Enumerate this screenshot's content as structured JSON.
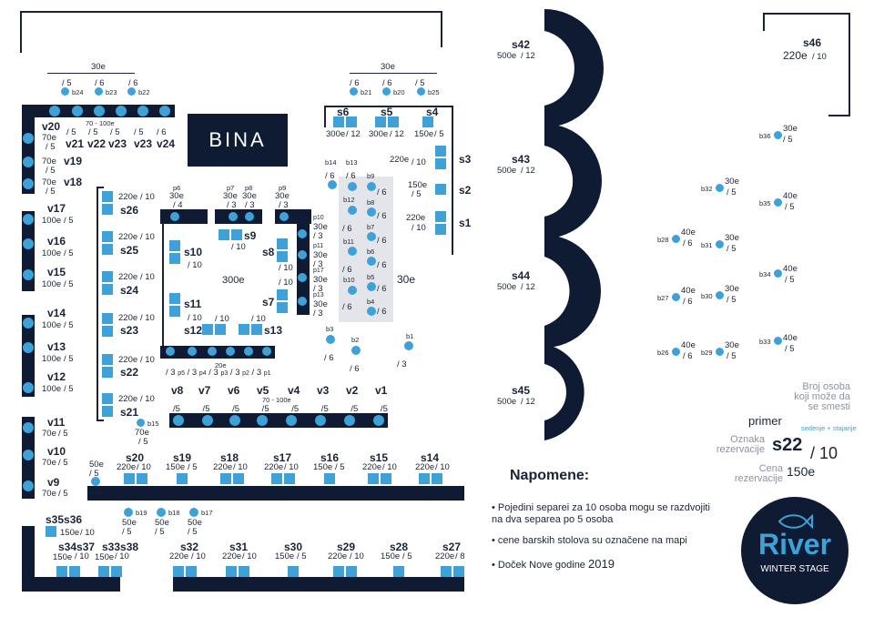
{
  "stage": {
    "label": "BINA"
  },
  "separates": [
    {
      "id": "s42",
      "price": "500e",
      "capacity": "/ 12"
    },
    {
      "id": "s43",
      "price": "500e",
      "capacity": "/ 12"
    },
    {
      "id": "s44",
      "price": "500e",
      "capacity": "/ 12"
    },
    {
      "id": "s45",
      "price": "500e",
      "capacity": "/ 12"
    },
    {
      "id": "s46",
      "price": "220e",
      "capacity": "/ 10"
    },
    {
      "id": "s6",
      "price": "300e",
      "capacity": "/ 12"
    },
    {
      "id": "s5",
      "price": "300e",
      "capacity": "/ 12"
    },
    {
      "id": "s4",
      "price": "150e",
      "capacity": "/ 5"
    },
    {
      "id": "s3",
      "price": "220e",
      "capacity": "/ 10"
    },
    {
      "id": "s2",
      "price": "150e",
      "capacity": "/ 5"
    },
    {
      "id": "s1",
      "price": "220e",
      "capacity": "/ 10"
    },
    {
      "id": "s26",
      "price": "220e",
      "capacity": "/ 10"
    },
    {
      "id": "s25",
      "price": "220e",
      "capacity": "/ 10"
    },
    {
      "id": "s24",
      "price": "220e",
      "capacity": "/ 10"
    },
    {
      "id": "s23",
      "price": "220e",
      "capacity": "/ 10"
    },
    {
      "id": "s22",
      "price": "220e",
      "capacity": "/ 10"
    },
    {
      "id": "s21",
      "price": "220e",
      "capacity": "/ 10"
    },
    {
      "id": "s10",
      "price": "",
      "capacity": "/ 10"
    },
    {
      "id": "s11",
      "price": "",
      "capacity": "/ 10"
    },
    {
      "id": "s12",
      "price": "",
      "capacity": "/ 10"
    },
    {
      "id": "s13",
      "price": "",
      "capacity": "/ 10"
    },
    {
      "id": "s9",
      "price": "",
      "capacity": "/ 10"
    },
    {
      "id": "s8",
      "price": "",
      "capacity": "/ 10"
    },
    {
      "id": "s7",
      "price": "",
      "capacity": "/ 10"
    },
    {
      "id": "s20",
      "price": "220e",
      "capacity": "/ 10"
    },
    {
      "id": "s19",
      "price": "150e",
      "capacity": "/ 5"
    },
    {
      "id": "s18",
      "price": "220e",
      "capacity": "/ 10"
    },
    {
      "id": "s17",
      "price": "220e",
      "capacity": "/ 10"
    },
    {
      "id": "s16",
      "price": "150e",
      "capacity": "/ 5"
    },
    {
      "id": "s15",
      "price": "220e",
      "capacity": "/ 10"
    },
    {
      "id": "s14",
      "price": "220e",
      "capacity": "/ 10"
    },
    {
      "id": "s35s36",
      "price": "150e",
      "capacity": "/ 10"
    },
    {
      "id": "s34s37",
      "price": "150e",
      "capacity": "/ 10"
    },
    {
      "id": "s33s38",
      "price": "150e",
      "capacity": "/ 10"
    },
    {
      "id": "s32",
      "price": "220e",
      "capacity": "/ 10"
    },
    {
      "id": "s31",
      "price": "220e",
      "capacity": "/ 10"
    },
    {
      "id": "s30",
      "price": "150e",
      "capacity": "/ 5"
    },
    {
      "id": "s29",
      "price": "220e",
      "capacity": "/ 10"
    },
    {
      "id": "s28",
      "price": "150e",
      "capacity": "/ 5"
    },
    {
      "id": "s27",
      "price": "220e",
      "capacity": "/ 8"
    }
  ],
  "center_box": {
    "price": "300e"
  },
  "bar_area": {
    "price": "30e"
  },
  "top_left_group": {
    "price": "30e",
    "bars": [
      {
        "id": "b24",
        "cap": "/ 5"
      },
      {
        "id": "b23",
        "cap": "/ 6"
      },
      {
        "id": "b22",
        "cap": "/ 6"
      }
    ]
  },
  "top_right_group": {
    "price": "30e",
    "bars": [
      {
        "id": "b21",
        "cap": "/ 6"
      },
      {
        "id": "b20",
        "cap": "/ 6"
      },
      {
        "id": "b25",
        "cap": "/ 5"
      }
    ]
  },
  "vip_top": {
    "range": "70 - 100e",
    "tables": [
      "v20",
      "v21",
      "v22",
      "v23",
      "v23",
      "v24"
    ],
    "caps": [
      "/ 5",
      "/ 5",
      "/ 5",
      "/ 5",
      "/ 6"
    ]
  },
  "vip_left": [
    {
      "id": "v19",
      "price": "70e",
      "cap": "/ 5"
    },
    {
      "id": "v18",
      "price": "70e",
      "cap": "/ 5"
    },
    {
      "id": "v17",
      "price": "100e",
      "cap": "/ 5"
    },
    {
      "id": "v16",
      "price": "100e",
      "cap": "/ 5"
    },
    {
      "id": "v15",
      "price": "100e",
      "cap": "/ 5"
    },
    {
      "id": "v14",
      "price": "100e",
      "cap": "/ 5"
    },
    {
      "id": "v13",
      "price": "100e",
      "cap": "/ 5"
    },
    {
      "id": "v12",
      "price": "100e",
      "cap": "/ 5"
    },
    {
      "id": "v11",
      "price": "70e",
      "cap": "/ 5"
    },
    {
      "id": "v10",
      "price": "70e",
      "cap": "/ 5"
    },
    {
      "id": "v9",
      "price": "70e",
      "cap": "/ 5"
    }
  ],
  "vip_top20": {
    "price": "70e",
    "cap": "/ 5"
  },
  "vip_bottom": {
    "range": "70 - 100e",
    "tables": [
      "v8",
      "v7",
      "v6",
      "v5",
      "v4",
      "v3",
      "v2",
      "v1"
    ]
  },
  "right_bars": [
    {
      "id": "b36",
      "price": "30e",
      "cap": "/ 5"
    },
    {
      "id": "b32",
      "price": "30e",
      "cap": "/ 5"
    },
    {
      "id": "b35",
      "price": "40e",
      "cap": "/ 5"
    },
    {
      "id": "b28",
      "price": "40e",
      "cap": "/ 6"
    },
    {
      "id": "b31",
      "price": "30e",
      "cap": "/ 5"
    },
    {
      "id": "b34",
      "price": "40e",
      "cap": "/ 5"
    },
    {
      "id": "b27",
      "price": "40e",
      "cap": "/ 6"
    },
    {
      "id": "b30",
      "price": "30e",
      "cap": "/ 5"
    },
    {
      "id": "b33",
      "price": "40e",
      "cap": "/ 5"
    },
    {
      "id": "b26",
      "price": "40e",
      "cap": "/ 6"
    },
    {
      "id": "b29",
      "price": "30e",
      "cap": "/ 5"
    }
  ],
  "legend": {
    "primer": "primer",
    "broj": "Broj osoba koji može da se smesti",
    "sedenje": "sedenje + stajanje",
    "oznaka": "Oznaka rezervacije",
    "cena": "Cena rezervacije",
    "example_id": "s22",
    "example_cap": "/ 10",
    "example_price": "150e"
  },
  "notes": {
    "title": "Napomene:",
    "items": [
      "Pojedini separei za 10 osoba mogu se razdvojiti na dva separea po 5 osoba",
      "cene barskih stolova su označene na mapi",
      "Doček Nove godine"
    ],
    "year": "2019"
  },
  "logo": {
    "name": "River",
    "subtitle": "WINTER STAGE"
  },
  "colors": {
    "navy": "#0f1b33",
    "blue": "#3ea2d9",
    "gray": "#e3e5ea"
  }
}
